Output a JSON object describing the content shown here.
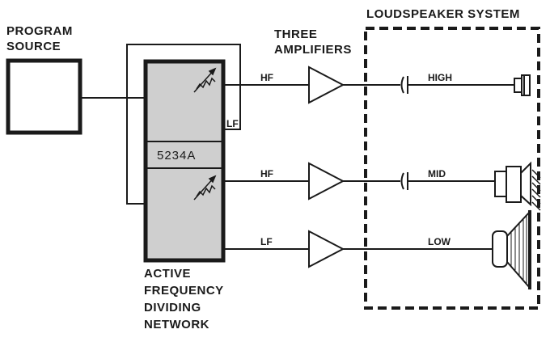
{
  "labels": {
    "program_source": [
      "PROGRAM",
      "SOURCE"
    ],
    "three_amplifiers": [
      "THREE",
      "AMPLIFIERS"
    ],
    "loudspeaker_system": "LOUDSPEAKER SYSTEM",
    "network": [
      "ACTIVE",
      "FREQUENCY",
      "DIVIDING",
      "NETWORK"
    ],
    "model": "5234A",
    "lf_feedback": "LF",
    "channels": [
      {
        "filter": "HF",
        "driver": "HIGH"
      },
      {
        "filter": "HF",
        "driver": "MID"
      },
      {
        "filter": "LF",
        "driver": "LOW"
      }
    ]
  },
  "colors": {
    "ink": "#1a1a1a",
    "network_fill": "#cfcfcf",
    "background": "#ffffff"
  }
}
